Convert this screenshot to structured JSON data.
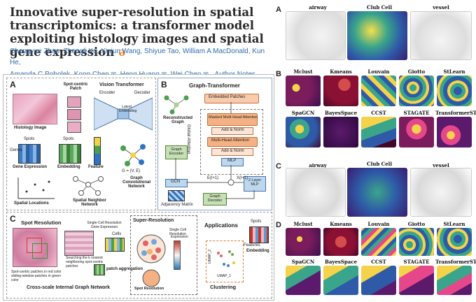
{
  "article": {
    "title": "Innovative super-resolution in spatial transcriptomics: a transformer model exploiting histology images and spatial gene expression",
    "open_access_symbol": "ə",
    "authors_line1": "Chongyue Zhao, Zhongli Xu, Xinjun Wang, Shiyue Tao, William A MacDonald, Kun He,",
    "authors_line2_a": "Amanda C Poholek, Kong Chen",
    "authors_line2_b": ", Heng Huang",
    "authors_line2_c": ", Wei Chen",
    "mail_icon": "✉",
    "author_notes": "Author Notes"
  },
  "figure": {
    "panel_a": {
      "label": "A",
      "spot_centric_patch": "Spot-centric Patch",
      "vision_transformer": "Vision Transformer",
      "encoder": "Encoder",
      "decoder": "Decoder",
      "latent_embedding": "Latent Embedding",
      "histology_image": "Histology Image",
      "gene_expression": "Gene Expression",
      "embedding": "Embedding",
      "feature": "Feature",
      "spatial_locations": "Spatial Locations",
      "spatial_neighbor_network": "Spatial Neighbor Network",
      "graph_eq": "G = (V, E)",
      "gcn": "Graph Convolutional Network",
      "spots": "Spots",
      "genes": "Genes",
      "features": "Features"
    },
    "panel_b": {
      "label": "B",
      "title": "Graph-Transformer",
      "embedded_patches": "Embedded Patches",
      "mmha": "Masked Multi-Head Attention",
      "addnorm": "Add & Norm",
      "mha": "Multi-Head Attention",
      "mlp": "MLP",
      "global_attention": "Global Attention",
      "reconstructed_graph": "Reconstructed Graph",
      "graph_encoder": "Graph Encoder",
      "gcn": "GCN",
      "graph_decoder": "Graph Decoder",
      "two_layer_mlp": "2 Layer MLP",
      "adjacency_matrix": "Adjacency Matrix",
      "embedding": "Embedding",
      "spots": "Spots",
      "features": "Features",
      "e_l1": "E(l+1)",
      "x_l1": "X(l+1)"
    },
    "panel_c": {
      "label": "C",
      "spot_resolution": "Spot Resolution",
      "sc_gene_expression": "Single-Cell Resolution Gene Expression",
      "cells": "Cells",
      "searching_note": "Searching the k nearest neighboring spot-centric patches",
      "patch_aggregation": "patch aggregation",
      "caption": "Spot-centric patches in red color sliding-window patches in green color",
      "cross_scale": "Cross-scale Internal Graph Network",
      "super_resolution": "Super-Resolution",
      "single_cell_resolution": "Single Cell Resolution",
      "expression": "Expression",
      "spot_resolution_small": "Spot Resolution",
      "applications": "Applications",
      "clustering": "Clustering",
      "umap1": "UMAP_1",
      "umap2": "UMAP_2"
    }
  },
  "right_panels": {
    "A": {
      "label": "A",
      "maps": [
        "airway",
        "Club Cell",
        "vessel"
      ]
    },
    "B": {
      "label": "B",
      "row1": [
        "Mclust",
        "Kmeans",
        "Louvain",
        "Giotto",
        "StLearn"
      ],
      "row2": [
        "SpaGCN",
        "BayesSpace",
        "CCST",
        "STAGATE",
        "TransformerST"
      ]
    },
    "C": {
      "label": "C",
      "maps": [
        "airway",
        "Club Cell",
        "vessel"
      ]
    },
    "D": {
      "label": "D",
      "row1": [
        "Mclust",
        "Kmeans",
        "Louvain",
        "Giotto",
        "StLearn"
      ],
      "row2": [
        "SpaGCN",
        "BayesSpace",
        "CCST",
        "STAGATE",
        "TransformerST"
      ]
    }
  },
  "colors": {
    "link_blue": "#2f6fb0",
    "open_access_orange": "#e8873a",
    "title_text": "#2a2a2a",
    "orange_block": "#f4b183",
    "green_block": "#a9d08e"
  }
}
